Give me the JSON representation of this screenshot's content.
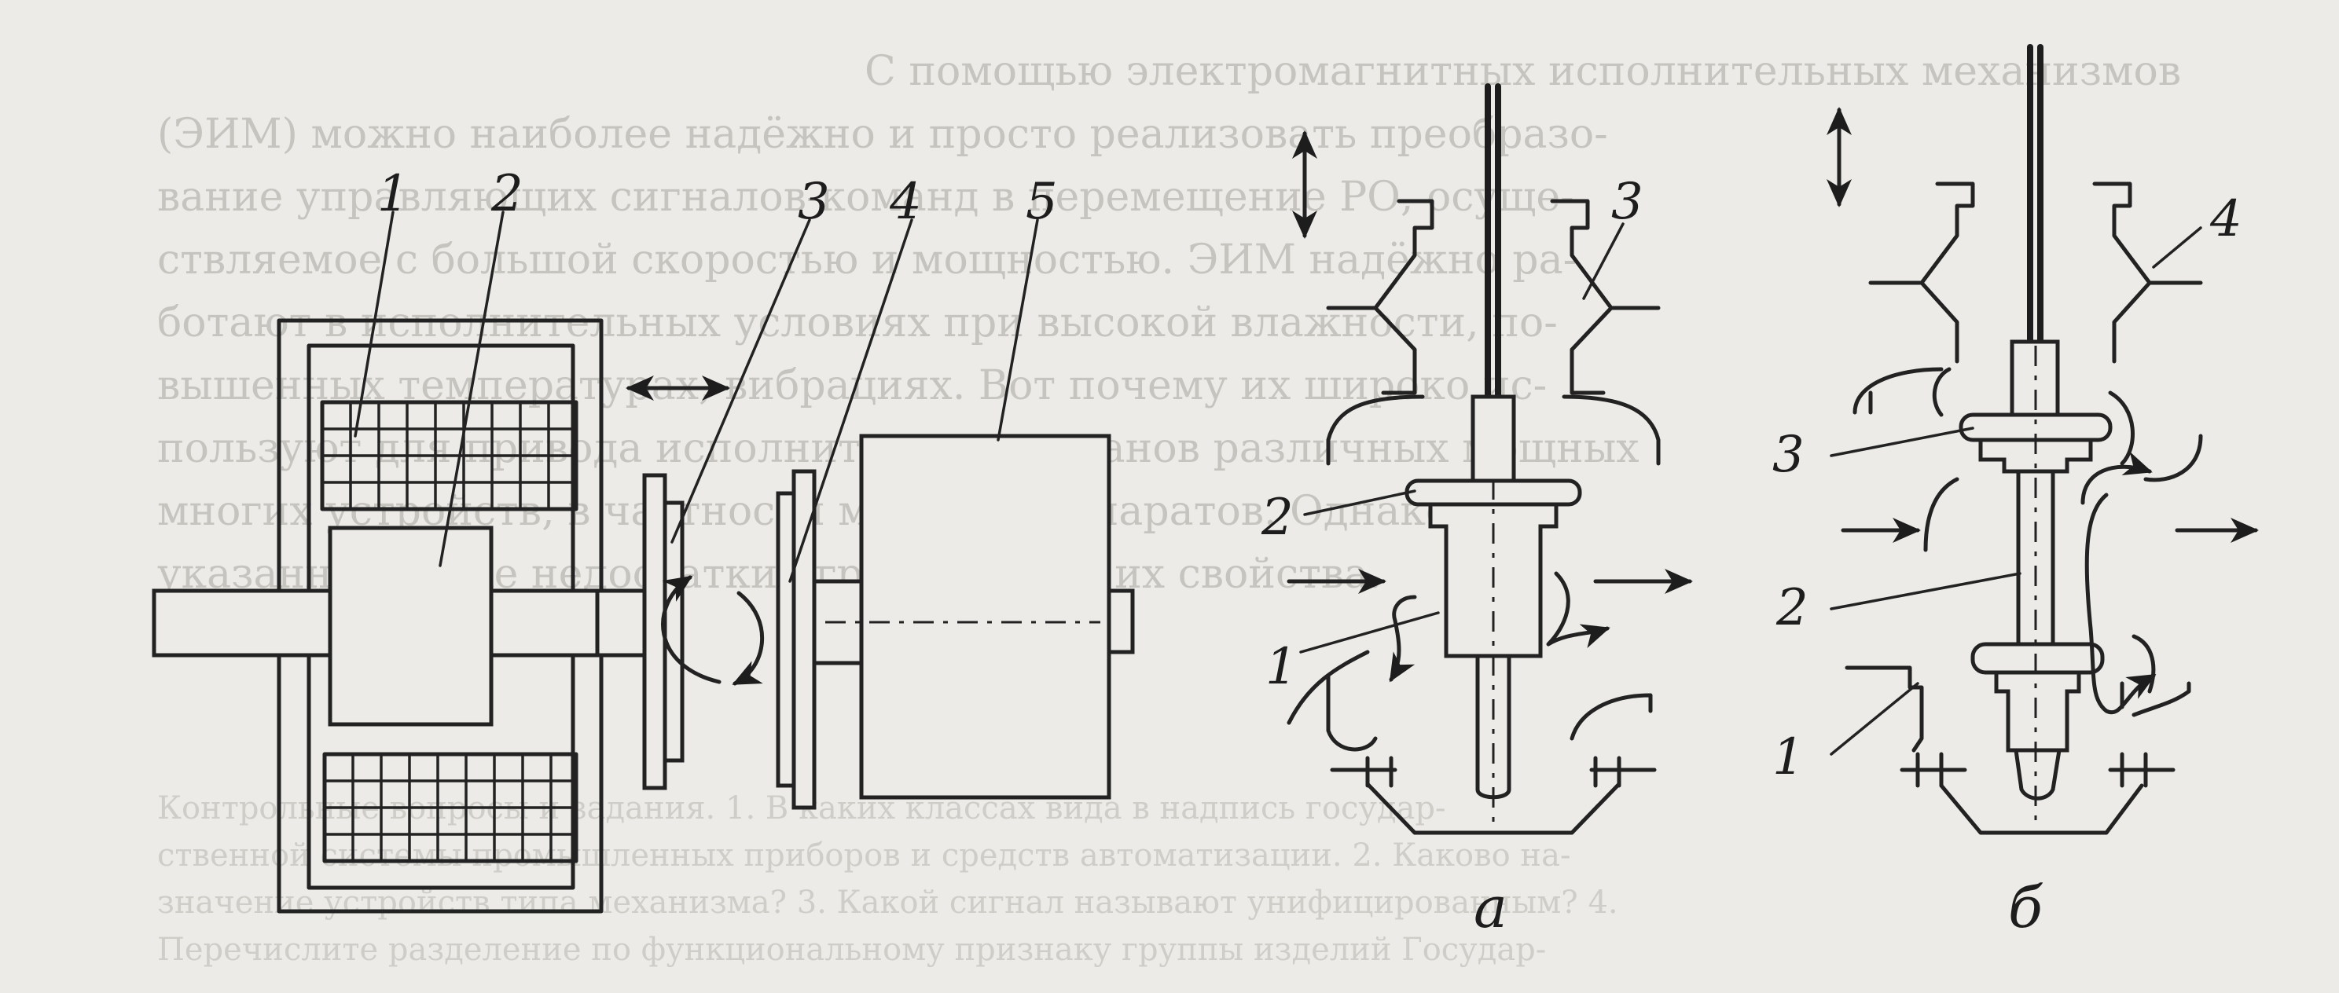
{
  "figure": {
    "labels": {
      "left": [
        "1",
        "2",
        "3",
        "4",
        "5"
      ],
      "a": [
        "3",
        "2",
        "1"
      ],
      "b": [
        "4",
        "3",
        "2",
        "1"
      ]
    },
    "captions": {
      "a": "а",
      "b": "б"
    }
  },
  "bleed_through": {
    "paragraph_lines": [
      "С помощью электромагнитных исполнительных механизмов",
      "(ЭИМ) можно наиболее надёжно и просто реализовать преобразо-",
      "вание управляющих сигналов-команд в перемещение РО, осуще-",
      "ствляемое с большой скоростью и мощностью. ЭИМ надёжно ра-",
      "ботают в исполнительных условиях при высокой влажности, по-",
      "вышенных температурах, вибрациях. Вот почему их широко ис-",
      "пользуют для привода исполнительных органов различных мощных",
      "многих устройств, в частности машин и аппаратов. Однако",
      "указанные ниже недостатки ограничивают их свойства."
    ],
    "footnote_lines": [
      "Контрольные вопросы и задания. 1. В каких классах вида в надпись государ-",
      "ственной системы промышленных приборов и средств автоматизации. 2. Каково на-",
      "значение устройств типа механизма? 3. Какой сигнал называют унифицированным? 4.",
      "Перечислите разделение по функциональному признаку группы изделий Государ-"
    ]
  }
}
